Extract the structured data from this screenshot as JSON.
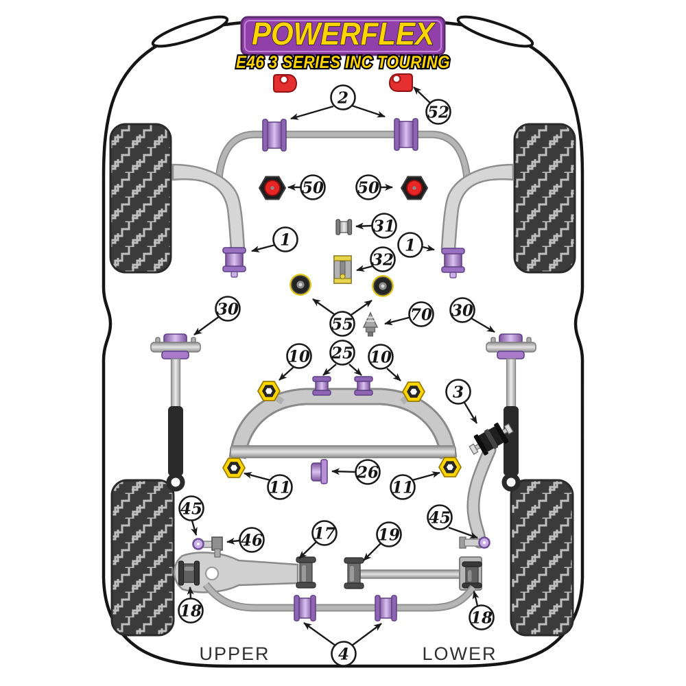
{
  "header": {
    "brand": "POWERFLEX",
    "subtitle": "E46 3 SERIES INC TOURING"
  },
  "footer": {
    "upper": "UPPER",
    "lower": "LOWER"
  },
  "colors": {
    "logo_purple": "#9040a8",
    "logo_yellow": "#ffd400",
    "bushing_purple_light": "#cbb0e8",
    "bushing_purple_dark": "#6f4f96",
    "hex_yellow": "#ffd400",
    "mount_red": "#e82525",
    "clip_red": "#e43030",
    "bar_gray": "#a2a2a2",
    "tread_dark": "#3b3b3b",
    "outline_black": "#151515"
  },
  "callouts": [
    {
      "label": "2"
    },
    {
      "label": "52"
    },
    {
      "label": "50"
    },
    {
      "label": "50"
    },
    {
      "label": "31"
    },
    {
      "label": "1"
    },
    {
      "label": "1"
    },
    {
      "label": "32"
    },
    {
      "label": "30"
    },
    {
      "label": "70"
    },
    {
      "label": "30"
    },
    {
      "label": "55"
    },
    {
      "label": "10"
    },
    {
      "label": "25"
    },
    {
      "label": "10"
    },
    {
      "label": "3"
    },
    {
      "label": "11"
    },
    {
      "label": "26"
    },
    {
      "label": "11"
    },
    {
      "label": "45"
    },
    {
      "label": "45"
    },
    {
      "label": "46"
    },
    {
      "label": "17"
    },
    {
      "label": "19"
    },
    {
      "label": "18"
    },
    {
      "label": "18"
    },
    {
      "label": "4"
    }
  ]
}
